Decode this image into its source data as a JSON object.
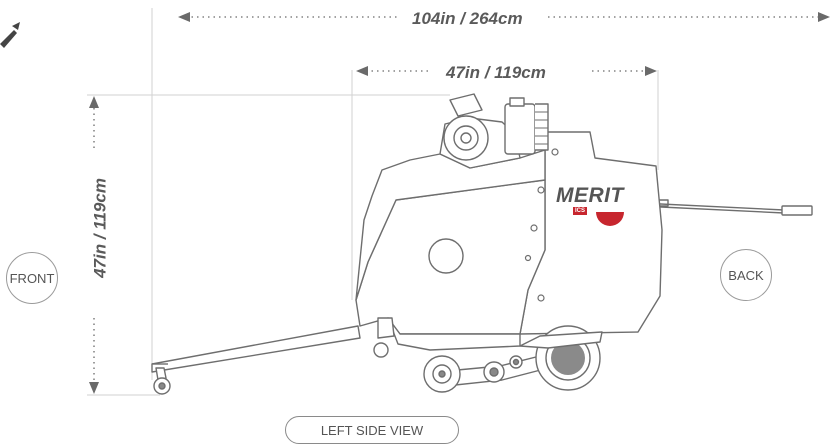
{
  "dimensions": {
    "overall_length": "104in / 264cm",
    "body_length": "47in / 119cm",
    "height": "47in / 119cm"
  },
  "orientation": {
    "front": "FRONT",
    "back": "BACK"
  },
  "view_title": "LEFT SIDE VIEW",
  "brand": {
    "name": "MERIT",
    "sub": "ICS"
  },
  "colors": {
    "line": "#7a7a7a",
    "dim_line": "#6a6a6a",
    "guide": "#cfcfcf",
    "accent": "#c7262e"
  }
}
